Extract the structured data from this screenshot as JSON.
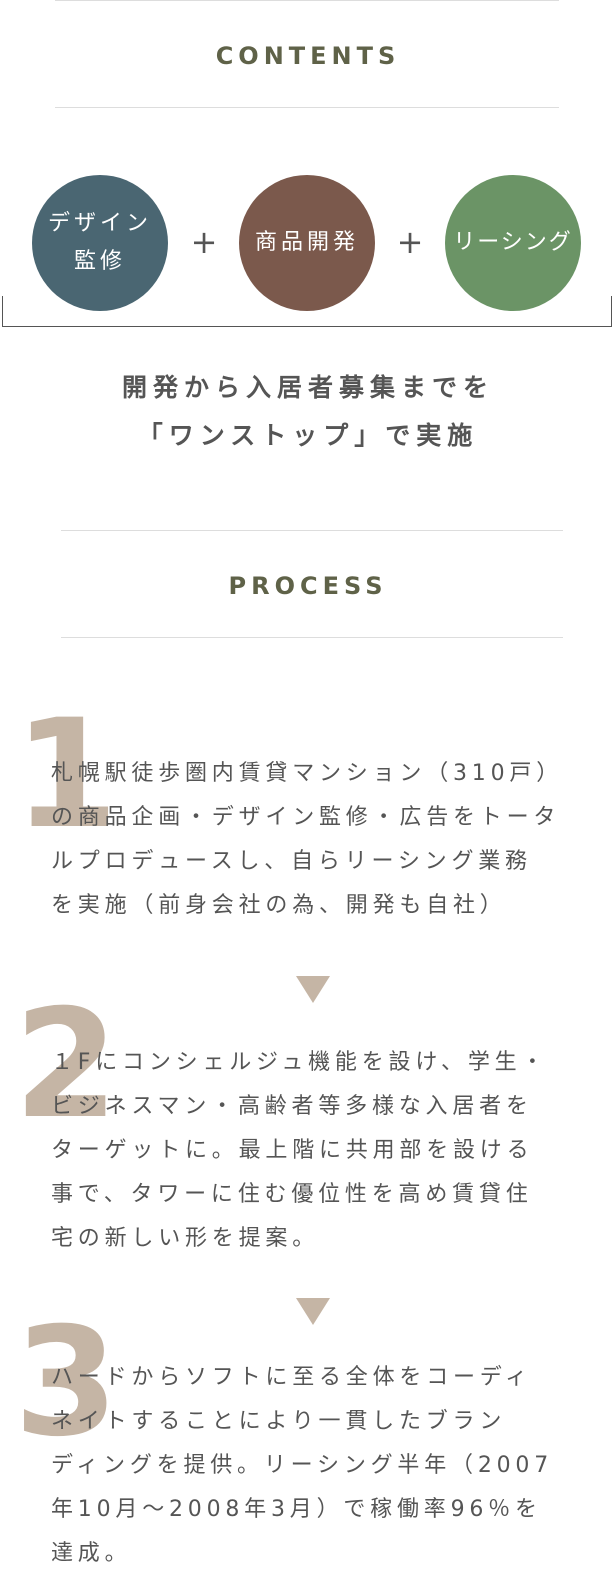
{
  "contents": {
    "heading": "CONTENTS",
    "items": [
      {
        "line1": "デザイン",
        "line2": "監修",
        "color": "#4a6672"
      },
      {
        "label": "商品開発",
        "color": "#7b594c"
      },
      {
        "label": "リーシング",
        "color": "#6b9466"
      }
    ],
    "plus_symbol": "+",
    "tagline_line1": "開発から入居者募集までを",
    "tagline_line2": "「ワンストップ」で実施"
  },
  "process": {
    "heading": "PROCESS",
    "steps": [
      {
        "number": "1",
        "text": "札幌駅徒歩圏内賃貸マンション（310戸）\nの商品企画・デザイン監修・広告をトータ\nルプロデュースし、自らリーシング業務\nを実施（前身会社の為、開発も自社）"
      },
      {
        "number": "2",
        "text": "１Fにコンシェルジュ機能を設け、学生・\nビジネスマン・高齢者等多様な入居者を\nターゲットに。最上階に共用部を設ける\n事で、タワーに住む優位性を高め賃貸住\n宅の新しい形を提案。"
      },
      {
        "number": "3",
        "text": "ハードからソフトに至る全体をコーディ\nネイトすることにより一貫したブラン\nディングを提供。リーシング半年（2007\n年10月～2008年3月）で稼働率96％を\n達成。"
      }
    ]
  }
}
